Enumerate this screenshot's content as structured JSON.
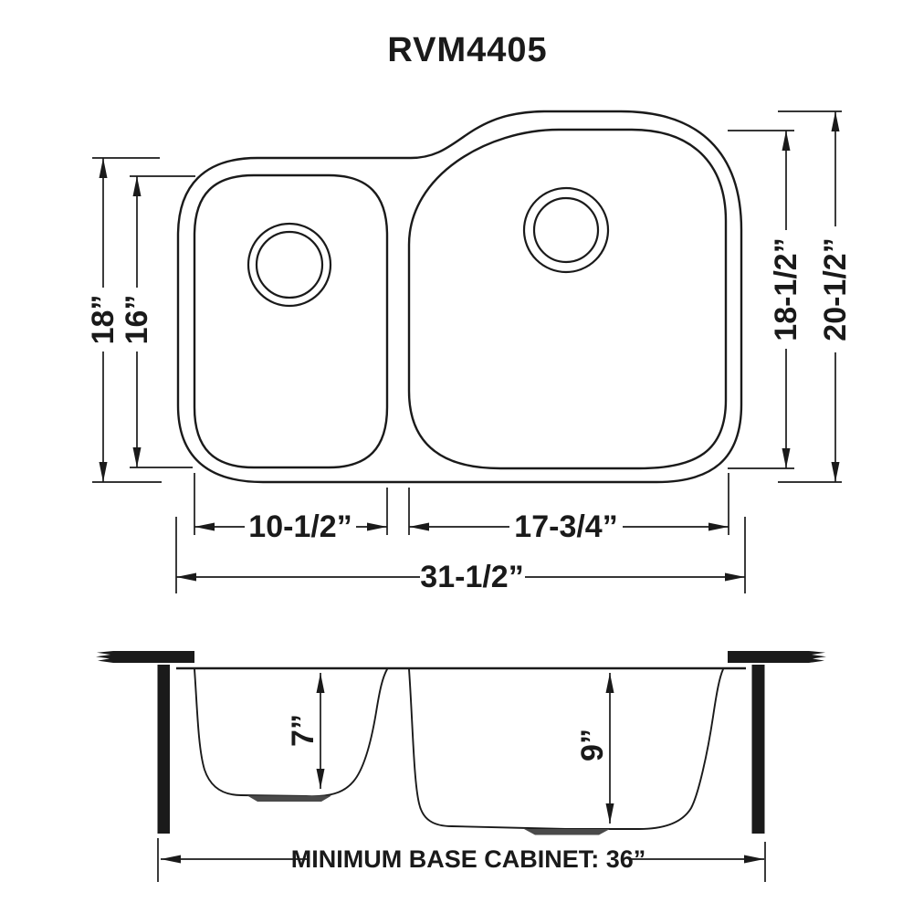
{
  "title": "RVM4405",
  "colors": {
    "ink": "#1a1a1a",
    "background": "#ffffff",
    "drain_strip": "#4a4a4a"
  },
  "top_view": {
    "name": "sink top view",
    "dimensions": {
      "overall_height_left": "18”",
      "left_bowl_height": "16”",
      "right_bowl_height": "18-1/2”",
      "overall_height_right": "20-1/2”",
      "left_bowl_width": "10-1/2”",
      "right_bowl_width": "17-3/4”",
      "overall_width": "31-1/2”"
    }
  },
  "section_view": {
    "name": "sink front section view",
    "dimensions": {
      "left_bowl_depth": "7”",
      "right_bowl_depth": "9”"
    },
    "base_cabinet_note": "MINIMUM BASE CABINET: 36”"
  }
}
